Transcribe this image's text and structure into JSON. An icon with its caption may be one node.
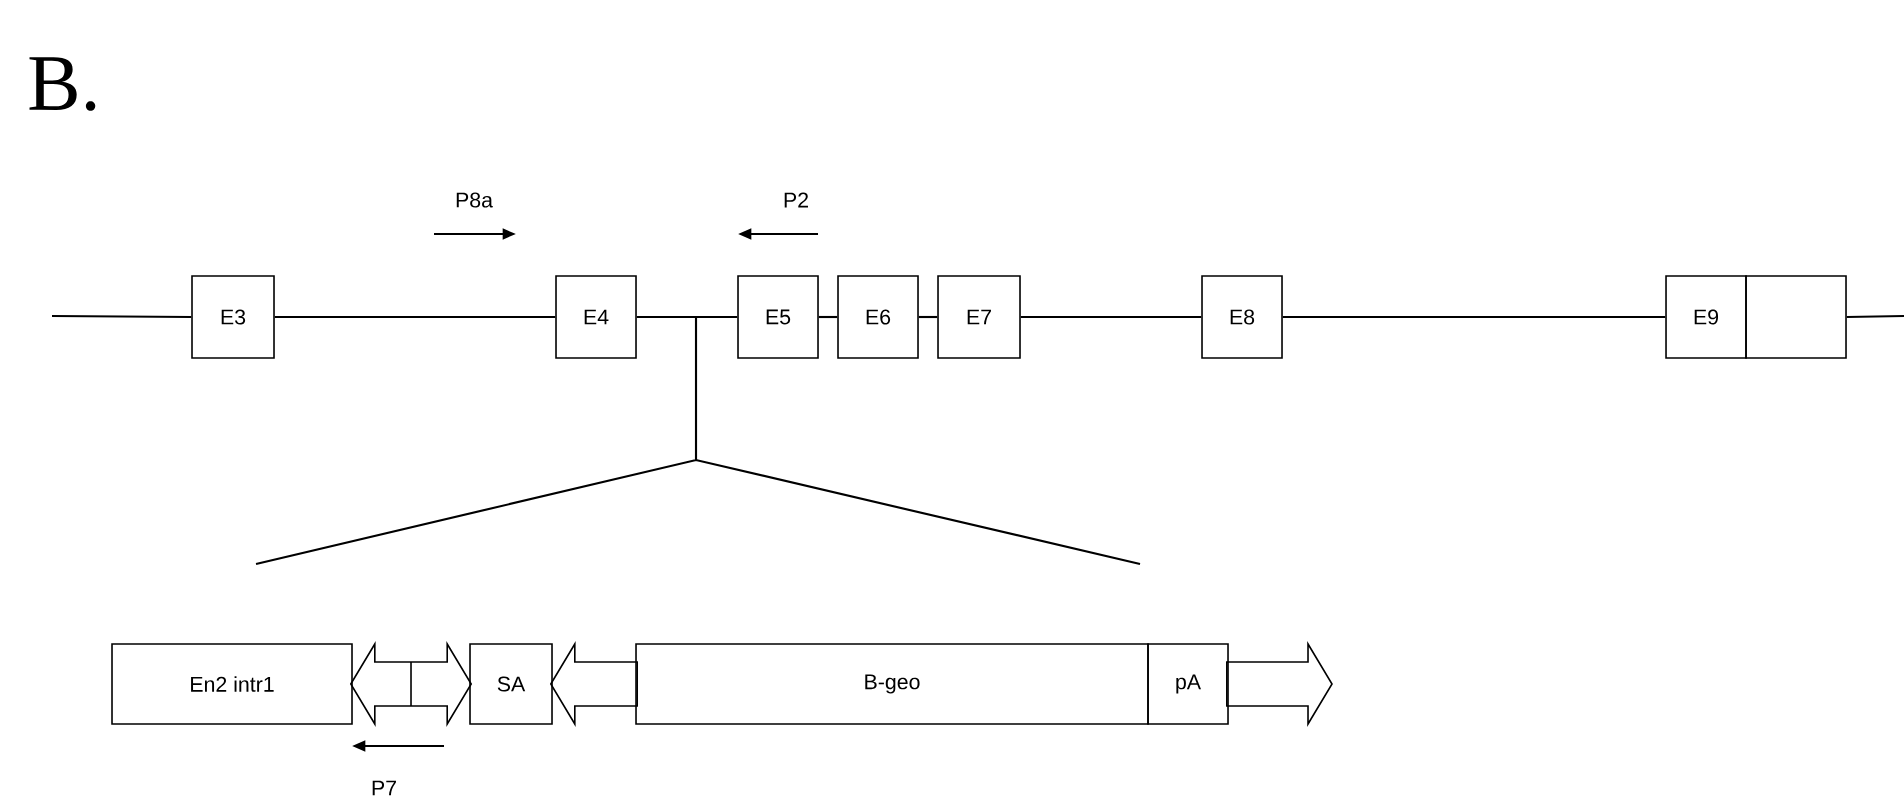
{
  "diagram": {
    "nodes": [
      {
        "text": [
          "E3"
        ]
      },
      {
        "text": [
          "E4"
        ]
      },
      {
        "text": [
          "E5"
        ]
      },
      {
        "text": [
          "E6"
        ]
      },
      {
        "text": [
          "E7"
        ]
      },
      {
        "text": [
          "E8"
        ]
      },
      {
        "text": [
          "E9"
        ]
      },
      {
        "text": [],
        "shape": "box"
      },
      {
        "text": [
          "En2 intr1"
        ]
      },
      {
        "text": [
          "SA"
        ]
      },
      {
        "text": [
          "B-geo"
        ]
      },
      {
        "text": [
          "pA"
        ]
      }
    ],
    "edges": [
      {
        "from": null,
        "to": 0,
        "arrow": "none"
      },
      {
        "from": 0,
        "to": 1,
        "arrow": "none"
      },
      {
        "from": 1,
        "to": 2,
        "arrow": "none"
      },
      {
        "from": 2,
        "to": 3,
        "arrow": "none"
      },
      {
        "from": 3,
        "to": 4,
        "arrow": "none"
      },
      {
        "from": 4,
        "to": 5,
        "arrow": "none"
      },
      {
        "from": 5,
        "to": 6,
        "arrow": "none"
      },
      {
        "from": 7,
        "to": null,
        "arrow": "none"
      },
      {
        "from": 8,
        "to": 9,
        "arrow": "both"
      },
      {
        "from": 10,
        "to": 9,
        "arrow": "to"
      },
      {
        "from": 11,
        "to": null,
        "arrow": "to"
      }
    ],
    "labels": [
      "B.",
      "P8a",
      "P2",
      "P7"
    ]
  }
}
